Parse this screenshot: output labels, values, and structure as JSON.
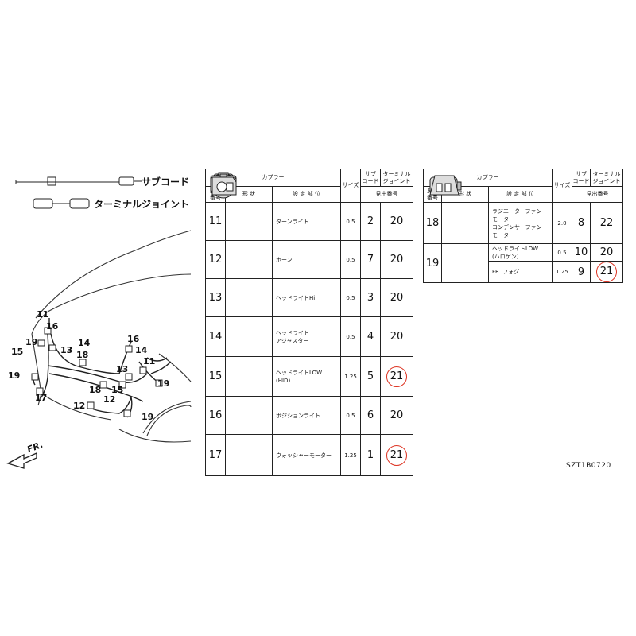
{
  "legend": {
    "subcord": "サブコード",
    "terminal_joint": "ターミナルジョイント"
  },
  "fr_label": "FR.",
  "callouts": [
    "11",
    "16",
    "19",
    "13",
    "14",
    "15",
    "18",
    "12",
    "17",
    "16",
    "14",
    "13",
    "11",
    "15",
    "18",
    "19",
    "12",
    "19"
  ],
  "table_headers": {
    "coupler": "カプラー",
    "number": "見出\n番号",
    "shape": "形 状",
    "location": "設 定 部 位",
    "size": "サイズ",
    "subcode": "サブ\nコード",
    "terminal_joint": "ターミナル\nジョイント",
    "ref_number": "見出番号"
  },
  "left_rows": [
    {
      "num": "11",
      "location": "ターンライト",
      "size": "0.5",
      "subcode": "2",
      "joint": "20",
      "circled": false
    },
    {
      "num": "12",
      "location": "ホーン",
      "size": "0.5",
      "subcode": "7",
      "joint": "20",
      "circled": false
    },
    {
      "num": "13",
      "location": "ヘッドライトHi",
      "size": "0.5",
      "subcode": "3",
      "joint": "20",
      "circled": false
    },
    {
      "num": "14",
      "location": "ヘッドライト\nアジャスター",
      "size": "0.5",
      "subcode": "4",
      "joint": "20",
      "circled": false
    },
    {
      "num": "15",
      "location": "ヘッドライトLOW\n(HID)",
      "size": "1.25",
      "subcode": "5",
      "joint": "21",
      "circled": true
    },
    {
      "num": "16",
      "location": "ポジションライト",
      "size": "0.5",
      "subcode": "6",
      "joint": "20",
      "circled": false
    },
    {
      "num": "17",
      "location": "ウォッシャーモーター",
      "size": "1.25",
      "subcode": "1",
      "joint": "21",
      "circled": true
    }
  ],
  "right_rows": [
    {
      "num": "18",
      "location": "ラジエーターファン\nモーター\nコンデンサーファン\nモーター",
      "size": "2.0",
      "subcode": "8",
      "joint": "22",
      "circled": false
    },
    {
      "num": "19",
      "location": "ヘッドライトLOW\n(ハロゲン)",
      "size": "0.5",
      "subcode": "10",
      "joint": "20",
      "circled": false
    },
    {
      "num": "",
      "location": "FR. フォグ",
      "size": "1.25",
      "subcode": "9",
      "joint": "21",
      "circled": true
    }
  ],
  "diagram_code": "SZT1B0720",
  "colors": {
    "accent_circle": "#dd3322",
    "line": "#222222"
  }
}
